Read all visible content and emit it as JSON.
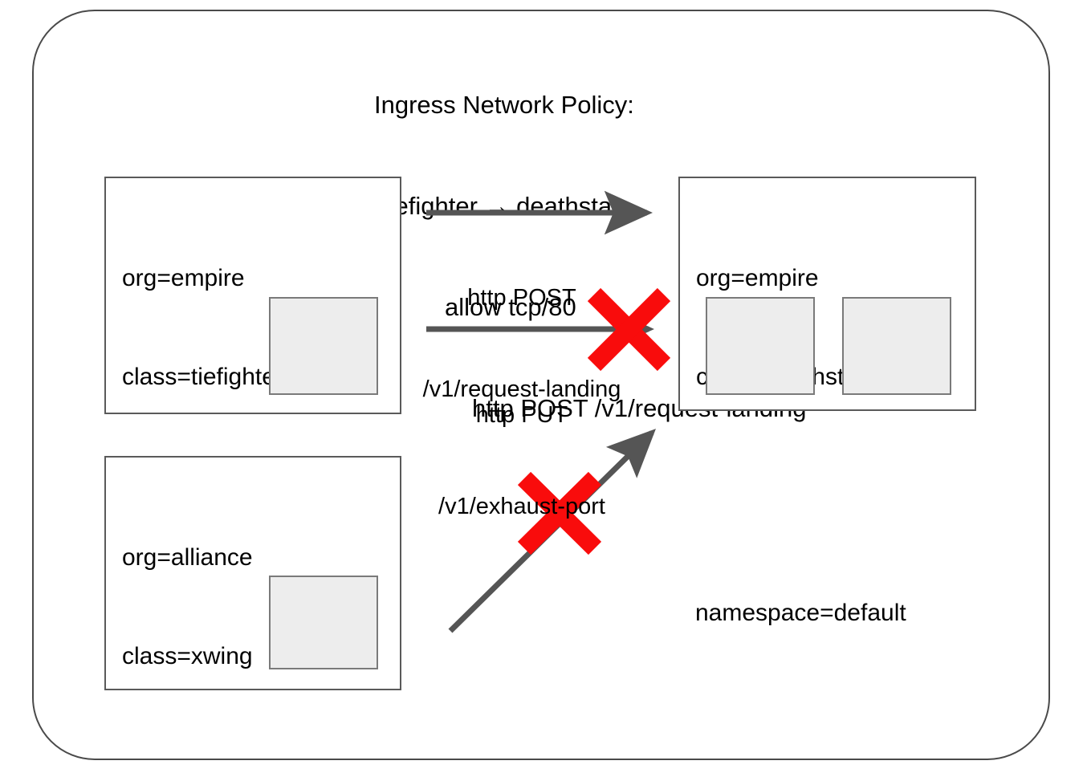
{
  "diagram": {
    "policy_title": {
      "lines": [
        "Ingress Network Policy:",
        "tiefighter → deathstar",
        "allow tcp/80",
        "http POST /v1/request-landing"
      ]
    },
    "endpoints": [
      {
        "id": "tiefighter",
        "labels": [
          "org=empire",
          "class=tiefighter"
        ],
        "pod_count": 1
      },
      {
        "id": "deathstar",
        "labels": [
          "org=empire",
          "class=deathstar"
        ],
        "pod_count": 2
      },
      {
        "id": "xwing",
        "labels": [
          "org=alliance",
          "class=xwing"
        ],
        "pod_count": 1
      }
    ],
    "flows": [
      {
        "id": "allowed-post",
        "from": "tiefighter",
        "to": "deathstar",
        "lines": [
          "http POST",
          "/v1/request-landing"
        ],
        "blocked": false
      },
      {
        "id": "denied-put",
        "from": "tiefighter",
        "to": "deathstar",
        "lines": [
          "http PUT",
          "/v1/exhaust-port"
        ],
        "blocked": true
      },
      {
        "id": "denied-xwing",
        "from": "xwing",
        "to": "deathstar",
        "lines": [],
        "blocked": true
      }
    ],
    "namespace_caption": "namespace=default",
    "colors": {
      "boundary_border": "#4a4a4a",
      "box_border": "#5a5a5a",
      "pod_fill": "#ededed",
      "pod_border": "#7a7a7a",
      "arrow": "#555555",
      "deny_cross": "#f90c0c",
      "text": "#000000",
      "background": "#ffffff"
    }
  }
}
